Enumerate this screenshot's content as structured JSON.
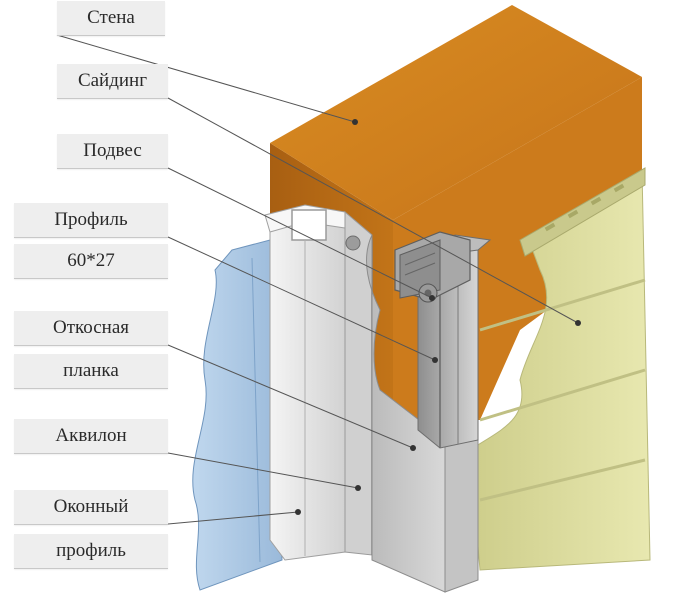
{
  "labels": {
    "wall": "Стена",
    "siding": "Сайдинг",
    "hanger": "Подвес",
    "profile_line1": "Профиль",
    "profile_line2": "60*27",
    "slope_line1": "Откосная",
    "slope_line2": "планка",
    "akvilon": "Аквилон",
    "window_line1": "Оконный",
    "window_line2": "профиль"
  },
  "colors": {
    "wall": "#c8791a",
    "siding": "#dedea0",
    "glass": "#9fc0e0",
    "metal": "#c8c8c8",
    "label_bg": "#eeeeee"
  }
}
